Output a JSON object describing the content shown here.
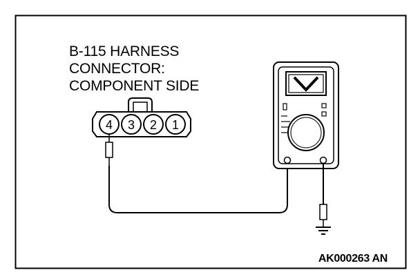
{
  "title_lines": [
    "B-115 HARNESS",
    "CONNECTOR:",
    "COMPONENT SIDE"
  ],
  "connector": {
    "pins": [
      "4",
      "3",
      "2",
      "1"
    ]
  },
  "meter": {
    "display_symbol": "V",
    "selector_icon": "dial-knob-icon",
    "probe_terminals": [
      "probe-terminal-left",
      "probe-terminal-right"
    ]
  },
  "figure_code": "AK000263 AN"
}
